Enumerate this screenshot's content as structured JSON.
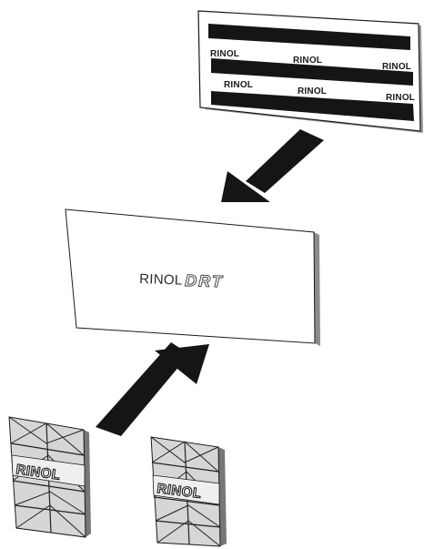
{
  "top_panel": {
    "labels": [
      "RINOL",
      "RINOL",
      "RINOL",
      "RINOL",
      "RINOL",
      "RINOL"
    ]
  },
  "middle_panel": {
    "brand": "RINOL",
    "product": "DRT"
  },
  "tiles": {
    "left_label": "RINOL",
    "right_label": "RINOL"
  }
}
